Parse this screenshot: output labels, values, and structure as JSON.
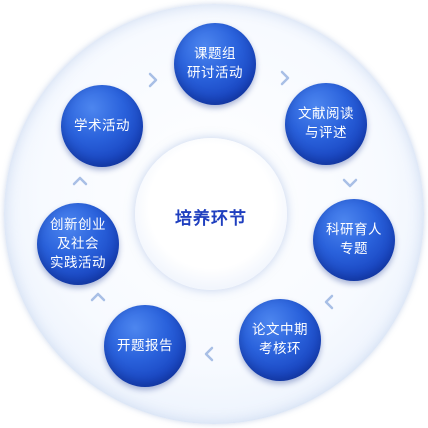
{
  "center": {
    "label": "培养环节"
  },
  "nodes": [
    {
      "label": "课题组\n研讨活动"
    },
    {
      "label": "文献阅读\n与评述"
    },
    {
      "label": "科研育人\n专题"
    },
    {
      "label": "论文中期\n考核环"
    },
    {
      "label": "开题报告"
    },
    {
      "label": "创新创业\n及社会\n实践活动"
    },
    {
      "label": "学术活动"
    }
  ],
  "colors": {
    "node": "#2a62dc",
    "center_text": "#1f3fbf",
    "arrow": "#a8bfe6"
  }
}
